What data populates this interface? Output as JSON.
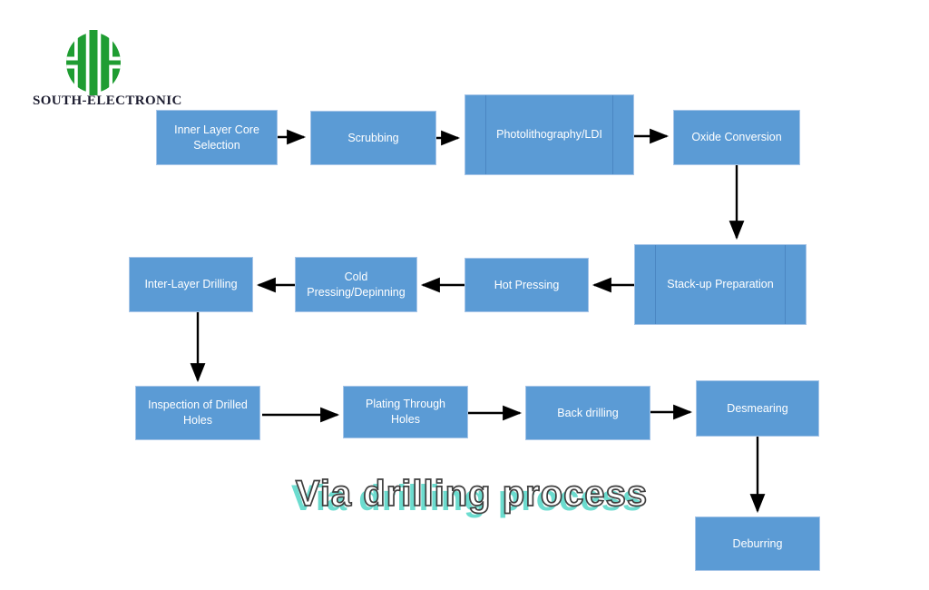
{
  "brand": {
    "name": "SOUTH-ELECTRONIC",
    "logo_icon": "double-h-emblem",
    "logo_color": "#1f9d32"
  },
  "title": {
    "text": "Via drilling process",
    "fill_color": "#ffffff",
    "outline_color": "#3e3e3e",
    "shadow_color": "#6cdccf"
  },
  "diagram": {
    "node_fill": "#5b9bd5",
    "node_border": "#a6c5e8",
    "node_text_color": "#ffffff",
    "arrow_color": "#000000",
    "nodes": [
      {
        "id": "inner-layer-core-selection",
        "label": "Inner Layer Core\nSelection",
        "shape": "process"
      },
      {
        "id": "scrubbing",
        "label": "Scrubbing",
        "shape": "process"
      },
      {
        "id": "photolithography-ldi",
        "label": "Photolithography/LDI",
        "shape": "predefined-process"
      },
      {
        "id": "oxide-conversion",
        "label": "Oxide Conversion",
        "shape": "process"
      },
      {
        "id": "stack-up-preparation",
        "label": "Stack-up Preparation",
        "shape": "predefined-process"
      },
      {
        "id": "hot-pressing",
        "label": "Hot Pressing",
        "shape": "process"
      },
      {
        "id": "cold-pressing-depinning",
        "label": "Cold\nPressing/Depinning",
        "shape": "process"
      },
      {
        "id": "inter-layer-drilling",
        "label": "Inter-Layer Drilling",
        "shape": "process"
      },
      {
        "id": "inspection-of-drilled-holes",
        "label": "Inspection of Drilled\nHoles",
        "shape": "process"
      },
      {
        "id": "plating-through-holes",
        "label": "Plating Through\nHoles",
        "shape": "process"
      },
      {
        "id": "back-drilling",
        "label": "Back drilling",
        "shape": "process"
      },
      {
        "id": "desmearing",
        "label": "Desmearing",
        "shape": "process"
      },
      {
        "id": "deburring",
        "label": "Deburring",
        "shape": "process"
      }
    ],
    "edges": [
      {
        "from": "inner-layer-core-selection",
        "to": "scrubbing"
      },
      {
        "from": "scrubbing",
        "to": "photolithography-ldi"
      },
      {
        "from": "photolithography-ldi",
        "to": "oxide-conversion"
      },
      {
        "from": "oxide-conversion",
        "to": "stack-up-preparation"
      },
      {
        "from": "stack-up-preparation",
        "to": "hot-pressing"
      },
      {
        "from": "hot-pressing",
        "to": "cold-pressing-depinning"
      },
      {
        "from": "cold-pressing-depinning",
        "to": "inter-layer-drilling"
      },
      {
        "from": "inter-layer-drilling",
        "to": "inspection-of-drilled-holes"
      },
      {
        "from": "inspection-of-drilled-holes",
        "to": "plating-through-holes"
      },
      {
        "from": "plating-through-holes",
        "to": "back-drilling"
      },
      {
        "from": "back-drilling",
        "to": "desmearing"
      },
      {
        "from": "desmearing",
        "to": "deburring"
      }
    ]
  }
}
